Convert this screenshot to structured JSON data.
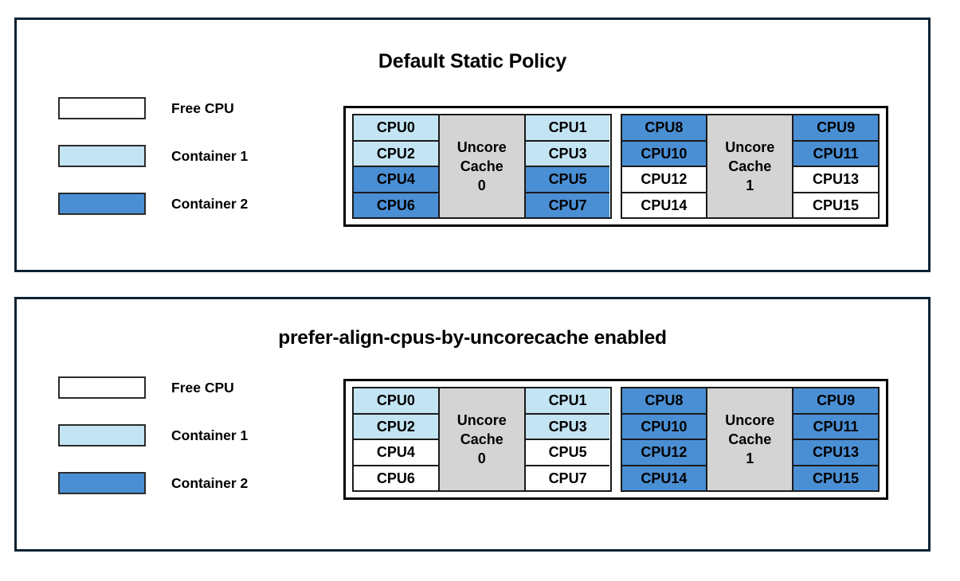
{
  "legend_colors": {
    "free": "#ffffff",
    "container1": "#c3e4f3",
    "container2": "#4a8fd4",
    "cache": "#d4d4d4",
    "panel_border": "#0b2231",
    "cell_border": "#1a1a1a"
  },
  "legend": {
    "items": [
      {
        "label": "Free CPU",
        "state": "free"
      },
      {
        "label": "Container 1",
        "state": "container1"
      },
      {
        "label": "Container 2",
        "state": "container2"
      }
    ]
  },
  "panels": [
    {
      "title": "Default Static Policy",
      "groups": [
        {
          "cache_line1": "Uncore",
          "cache_line2": "Cache",
          "cache_id": "0",
          "left_column": [
            {
              "label": "CPU0",
              "state": "container1"
            },
            {
              "label": "CPU2",
              "state": "container1"
            },
            {
              "label": "CPU4",
              "state": "container2"
            },
            {
              "label": "CPU6",
              "state": "container2"
            }
          ],
          "right_column": [
            {
              "label": "CPU1",
              "state": "container1"
            },
            {
              "label": "CPU3",
              "state": "container1"
            },
            {
              "label": "CPU5",
              "state": "container2"
            },
            {
              "label": "CPU7",
              "state": "container2"
            }
          ]
        },
        {
          "cache_line1": "Uncore",
          "cache_line2": "Cache",
          "cache_id": "1",
          "left_column": [
            {
              "label": "CPU8",
              "state": "container2"
            },
            {
              "label": "CPU10",
              "state": "container2"
            },
            {
              "label": "CPU12",
              "state": "free"
            },
            {
              "label": "CPU14",
              "state": "free"
            }
          ],
          "right_column": [
            {
              "label": "CPU9",
              "state": "container2"
            },
            {
              "label": "CPU11",
              "state": "container2"
            },
            {
              "label": "CPU13",
              "state": "free"
            },
            {
              "label": "CPU15",
              "state": "free"
            }
          ]
        }
      ]
    },
    {
      "title": "prefer-align-cpus-by-uncorecache enabled",
      "groups": [
        {
          "cache_line1": "Uncore",
          "cache_line2": "Cache",
          "cache_id": "0",
          "left_column": [
            {
              "label": "CPU0",
              "state": "container1"
            },
            {
              "label": "CPU2",
              "state": "container1"
            },
            {
              "label": "CPU4",
              "state": "free"
            },
            {
              "label": "CPU6",
              "state": "free"
            }
          ],
          "right_column": [
            {
              "label": "CPU1",
              "state": "container1"
            },
            {
              "label": "CPU3",
              "state": "container1"
            },
            {
              "label": "CPU5",
              "state": "free"
            },
            {
              "label": "CPU7",
              "state": "free"
            }
          ]
        },
        {
          "cache_line1": "Uncore",
          "cache_line2": "Cache",
          "cache_id": "1",
          "left_column": [
            {
              "label": "CPU8",
              "state": "container2"
            },
            {
              "label": "CPU10",
              "state": "container2"
            },
            {
              "label": "CPU12",
              "state": "container2"
            },
            {
              "label": "CPU14",
              "state": "container2"
            }
          ],
          "right_column": [
            {
              "label": "CPU9",
              "state": "container2"
            },
            {
              "label": "CPU11",
              "state": "container2"
            },
            {
              "label": "CPU13",
              "state": "container2"
            },
            {
              "label": "CPU15",
              "state": "container2"
            }
          ]
        }
      ]
    }
  ]
}
